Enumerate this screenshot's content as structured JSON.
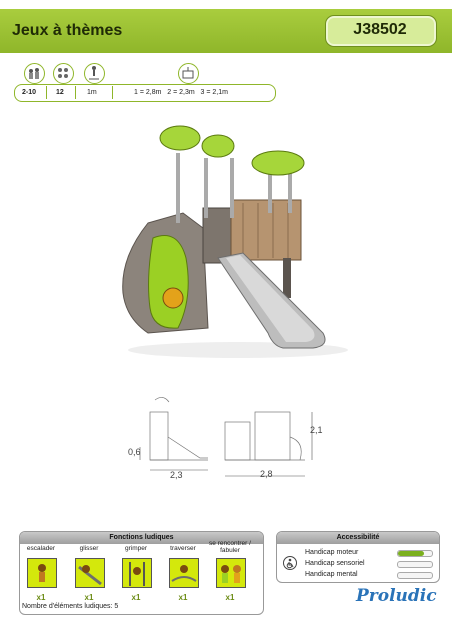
{
  "header": {
    "title": "Jeux à thèmes",
    "reference": "J38502"
  },
  "specs": {
    "age": "2-10",
    "capacity": "12",
    "fall_height": "1m",
    "dims": "1 = 2,8m   2 = 2,3m   3 = 2,1m"
  },
  "drawings": {
    "height_side": "0,6",
    "width_side": "2,3",
    "width_front": "2,8",
    "height_front": "2,1"
  },
  "functions": {
    "title": "Fonctions ludiques",
    "items": [
      {
        "label": "escalader",
        "count": "x1"
      },
      {
        "label": "glisser",
        "count": "x1"
      },
      {
        "label": "grimper",
        "count": "x1"
      },
      {
        "label": "traverser",
        "count": "x1"
      },
      {
        "label": "se rencontrer / fabuler",
        "count": "x1"
      }
    ],
    "total": "Nombre d'éléments ludiques: 5"
  },
  "accessibility": {
    "title": "Accessibilité",
    "rows": [
      {
        "label": "Handicap moteur",
        "level": 0.75
      },
      {
        "label": "Handicap sensoriel",
        "level": 0
      },
      {
        "label": "Handicap mental",
        "level": 0
      }
    ]
  },
  "brand": {
    "logo": "Proludic",
    "accent": "#8fb62a"
  }
}
